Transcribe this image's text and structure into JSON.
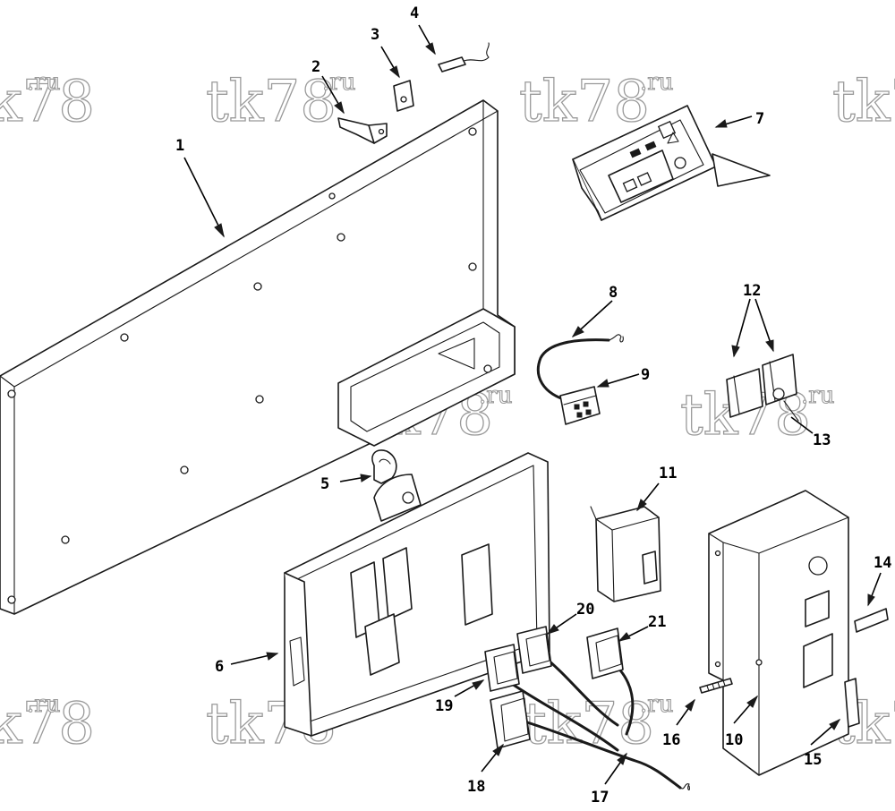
{
  "diagram": {
    "callouts": [
      {
        "id": "c1",
        "label": "1"
      },
      {
        "id": "c2",
        "label": "2"
      },
      {
        "id": "c3",
        "label": "3"
      },
      {
        "id": "c4",
        "label": "4"
      },
      {
        "id": "c5",
        "label": "5"
      },
      {
        "id": "c6",
        "label": "6"
      },
      {
        "id": "c7",
        "label": "7"
      },
      {
        "id": "c8",
        "label": "8"
      },
      {
        "id": "c9",
        "label": "9"
      },
      {
        "id": "c10",
        "label": "10"
      },
      {
        "id": "c11",
        "label": "11"
      },
      {
        "id": "c12",
        "label": "12"
      },
      {
        "id": "c13",
        "label": "13"
      },
      {
        "id": "c14",
        "label": "14"
      },
      {
        "id": "c15",
        "label": "15"
      },
      {
        "id": "c16",
        "label": "16"
      },
      {
        "id": "c17",
        "label": "17"
      },
      {
        "id": "c18",
        "label": "18"
      },
      {
        "id": "c19",
        "label": "19"
      },
      {
        "id": "c20",
        "label": "20"
      },
      {
        "id": "c21",
        "label": "21"
      }
    ]
  },
  "watermark": {
    "main": "tk78",
    "suffix": ".ru"
  },
  "colors": {
    "line": "#1a1a1a",
    "watermark_outline": "#9a9a9a",
    "background": "#ffffff"
  }
}
